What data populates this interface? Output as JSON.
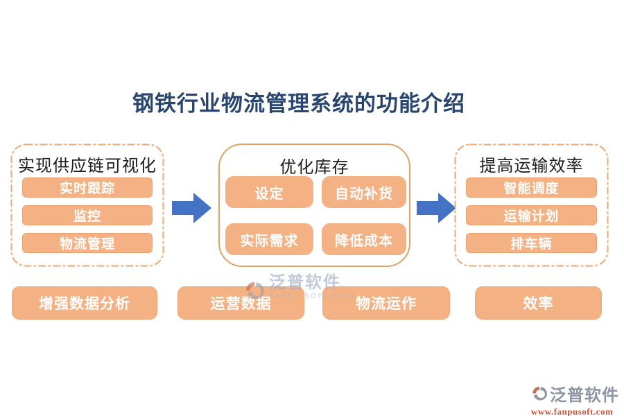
{
  "title": "钢铁行业物流管理系统的功能介绍",
  "panels": [
    {
      "title": "实现供应链可视化",
      "items": [
        "实时跟踪",
        "监控",
        "物流管理"
      ]
    },
    {
      "title": "优化库存",
      "items": [
        "设定",
        "自动补货",
        "实际需求",
        "降低成本"
      ]
    },
    {
      "title": "提高运输效率",
      "items": [
        "智能调度",
        "运输计划",
        "排车辆"
      ]
    }
  ],
  "bottom_buttons": [
    "增强数据分析",
    "运营数据",
    "物流运作",
    "效率"
  ],
  "watermark": {
    "name": "泛普软件",
    "subtitle": "FANPU SOFTWARE"
  },
  "footer_logo": {
    "name": "泛普软件",
    "url": "www.fanpusoft.com"
  },
  "icons": {
    "arrow": "right-arrow-icon",
    "brand": "fanpu-swirl-logo-icon"
  },
  "colors": {
    "title_text": "#27456F",
    "panel_border_solid": "#DFA267",
    "panel_border_dashed": "#ECAE7D",
    "button_fill": "#F4B183",
    "button_border": "#E9A171",
    "button_text": "#FFFFFF",
    "arrow_blue": "#4472C4",
    "watermark_gray": "#9FAAC0",
    "footer_url_red": "#C9543C"
  }
}
